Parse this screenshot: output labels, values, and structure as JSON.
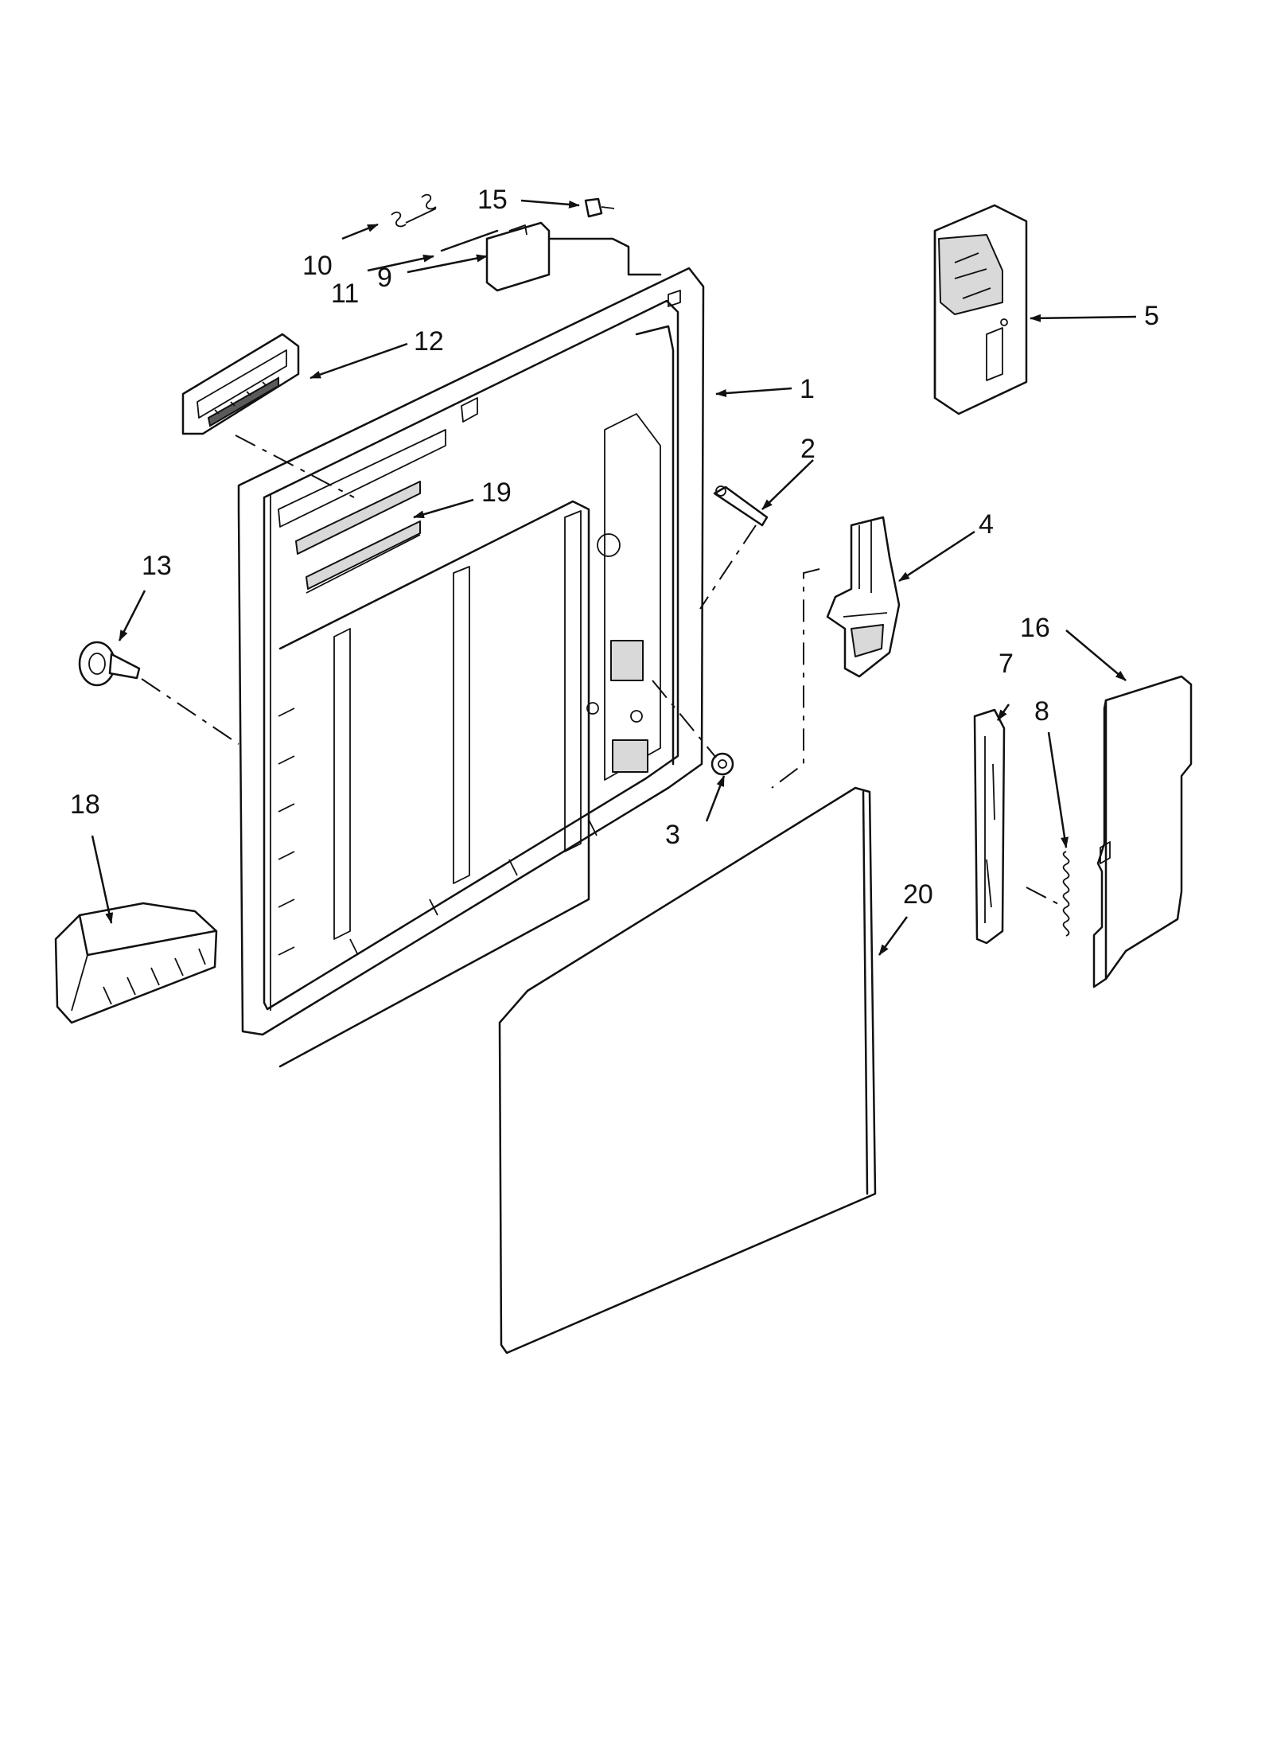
{
  "callouts": [
    "1",
    "2",
    "3",
    "4",
    "5",
    "7",
    "8",
    "9",
    "10",
    "11",
    "12",
    "13",
    "15",
    "16",
    "18",
    "19",
    "20"
  ]
}
